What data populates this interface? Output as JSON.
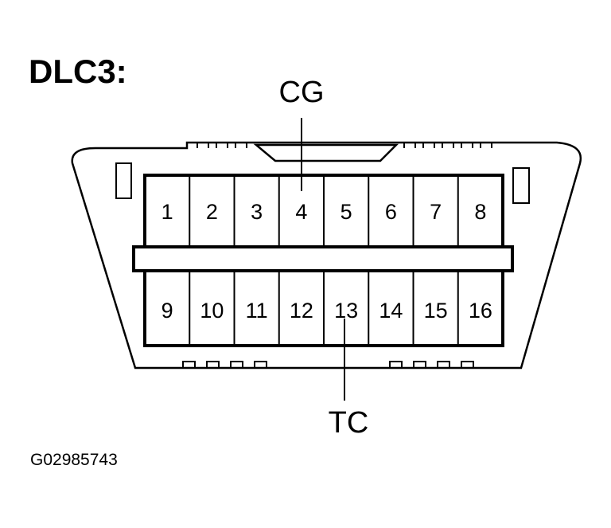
{
  "diagram": {
    "title": "DLC3:",
    "figure_code": "G02985743",
    "connector": {
      "top_row_pins": [
        "1",
        "2",
        "3",
        "4",
        "5",
        "6",
        "7",
        "8"
      ],
      "bottom_row_pins": [
        "9",
        "10",
        "11",
        "12",
        "13",
        "14",
        "15",
        "16"
      ]
    },
    "callouts": {
      "top": {
        "label": "CG",
        "pin": "4"
      },
      "bottom": {
        "label": "TC",
        "pin": "13"
      }
    }
  }
}
